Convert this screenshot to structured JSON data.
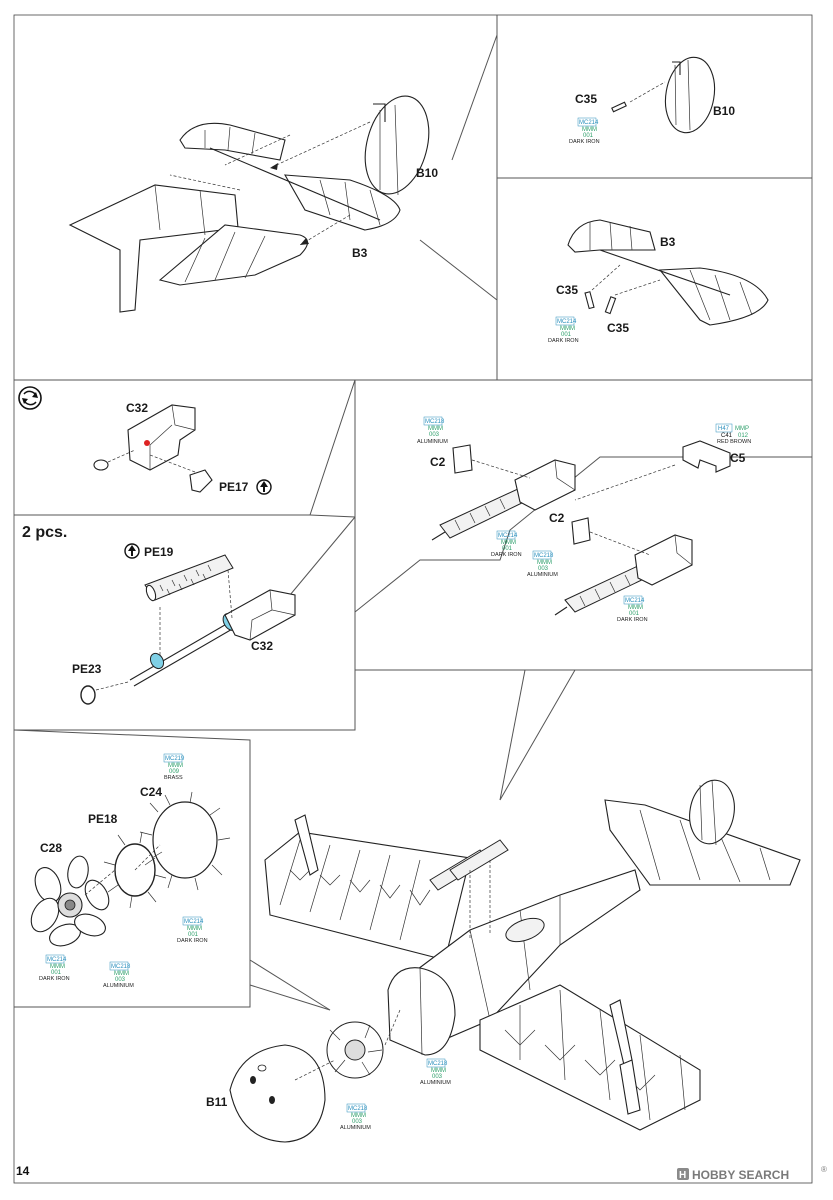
{
  "page_number": "14",
  "watermark": {
    "logo_text": "H",
    "brand": "HOBBY SEARCH",
    "registered": "®"
  },
  "labels": {
    "b10_top": "B10",
    "b3_top": "B3",
    "c35_r1": "C35",
    "b10_r1": "B10",
    "b3_r2": "B3",
    "c35_r2a": "C35",
    "c35_r2b": "C35",
    "c32_a": "C32",
    "pe17": "PE17",
    "two_pcs": "2 pcs.",
    "pe19": "PE19",
    "c32_b": "C32",
    "pe23": "PE23",
    "c2_a": "C2",
    "c2_b": "C2",
    "c5": "C5",
    "c24": "C24",
    "pe18": "PE18",
    "c28": "C28",
    "b11": "B11"
  },
  "paint_callouts": {
    "r1": {
      "mc": "MC214",
      "mmm": "MMM",
      "num": "001",
      "name": "DARK IRON"
    },
    "r2": {
      "mc": "MC214",
      "mmm": "MMM",
      "num": "001",
      "name": "DARK IRON"
    },
    "gun_alu_top": {
      "mc": "MC218",
      "mmm": "MMM",
      "num": "003",
      "name": "ALUMINIUM"
    },
    "c5_paint": {
      "h": "H47",
      "mmp": "MMP",
      "c": "C41",
      "num": "012",
      "name": "RED BROWN"
    },
    "gun1_iron": {
      "mc": "MC214",
      "mmm": "MMM",
      "num": "001",
      "name": "DARK IRON"
    },
    "gun2_alu": {
      "mc": "MC218",
      "mmm": "MMM",
      "num": "003",
      "name": "ALUMINIUM"
    },
    "gun2_iron": {
      "mc": "MC214",
      "mmm": "MMM",
      "num": "001",
      "name": "DARK IRON"
    },
    "brass": {
      "mc": "MC219",
      "mmm": "MMM",
      "num": "009",
      "name": "BRASS"
    },
    "eng_iron_r": {
      "mc": "MC214",
      "mmm": "MMM",
      "num": "001",
      "name": "DARK IRON"
    },
    "eng_iron_l": {
      "mc": "MC214",
      "mmm": "MMM",
      "num": "001",
      "name": "DARK IRON"
    },
    "eng_alu": {
      "mc": "MC218",
      "mmm": "MMM",
      "num": "003",
      "name": "ALUMINIUM"
    },
    "fuse_alu": {
      "mc": "MC218",
      "mmm": "MMM",
      "num": "003",
      "name": "ALUMINIUM"
    },
    "cowl_alu": {
      "mc": "MC218",
      "mmm": "MMM",
      "num": "003",
      "name": "ALUMINIUM"
    }
  }
}
